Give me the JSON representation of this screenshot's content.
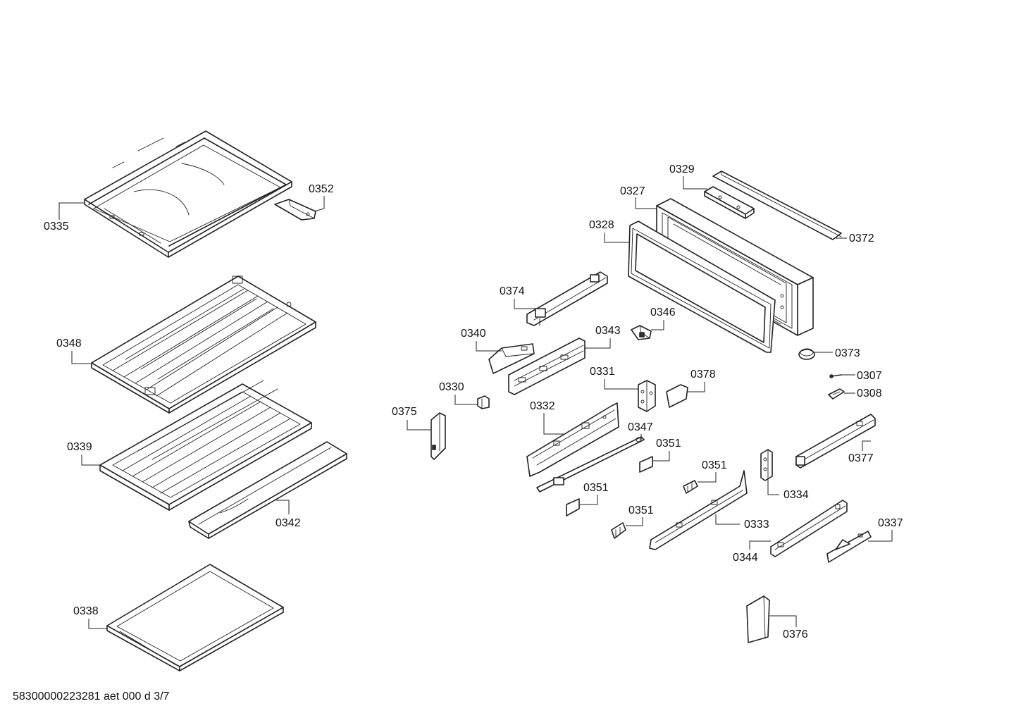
{
  "labels": {
    "p0335": "0335",
    "p0352": "0352",
    "p0348": "0348",
    "p0339": "0339",
    "p0342": "0342",
    "p0338": "0338",
    "p0329": "0329",
    "p0327": "0327",
    "p0372": "0372",
    "p0328": "0328",
    "p0374": "0374",
    "p0346": "0346",
    "p0340": "0340",
    "p0343": "0343",
    "p0373": "0373",
    "p0307": "0307",
    "p0308": "0308",
    "p0330": "0330",
    "p0331": "0331",
    "p0378": "0378",
    "p0375": "0375",
    "p0332": "0332",
    "p0347": "0347",
    "p0351a": "0351",
    "p0351b": "0351",
    "p0351c": "0351",
    "p0351d": "0351",
    "p0377": "0377",
    "p0334": "0334",
    "p0333": "0333",
    "p0337": "0337",
    "p0344": "0344",
    "p0376": "0376"
  },
  "footer": "58300000223281 aet 000 d 3/7"
}
